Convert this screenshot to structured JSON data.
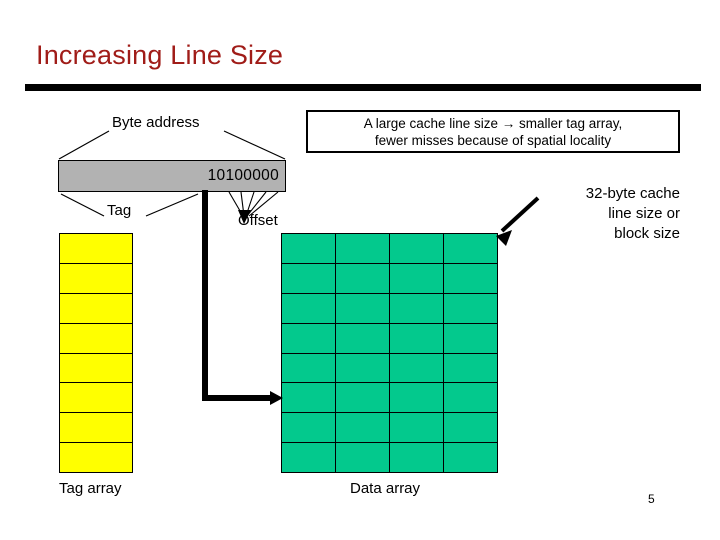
{
  "slide": {
    "title": "Increasing Line Size",
    "number": "5"
  },
  "callout": {
    "text": "A large cache line size → smaller tag array,\nfewer misses because of spatial locality"
  },
  "address": {
    "top_label": "Byte address",
    "bits": "10100000",
    "tag_label": "Tag",
    "offset_label": "Offset"
  },
  "cacheline_note": {
    "text": "32-byte cache\nline size or\nblock size"
  },
  "tag_array": {
    "caption": "Tag array",
    "rows": 8,
    "color": "#ffff00",
    "cells": [
      "",
      "",
      "",
      "",
      "",
      "",
      "",
      ""
    ]
  },
  "data_array": {
    "caption": "Data array",
    "rows": 8,
    "cols": 4,
    "color": "#03c98d",
    "grid": [
      [
        "",
        "",
        "",
        ""
      ],
      [
        "",
        "",
        "",
        ""
      ],
      [
        "",
        "",
        "",
        ""
      ],
      [
        "",
        "",
        "",
        ""
      ],
      [
        "",
        "",
        "",
        ""
      ],
      [
        "",
        "",
        "",
        ""
      ],
      [
        "",
        "",
        "",
        ""
      ],
      [
        "",
        "",
        "",
        ""
      ]
    ]
  },
  "colors": {
    "title": "#a01c18",
    "rule": "#000000",
    "address_bar": "#b2b2b2",
    "tag_cell": "#ffff00",
    "data_cell": "#03c98d",
    "outline": "#000000"
  }
}
